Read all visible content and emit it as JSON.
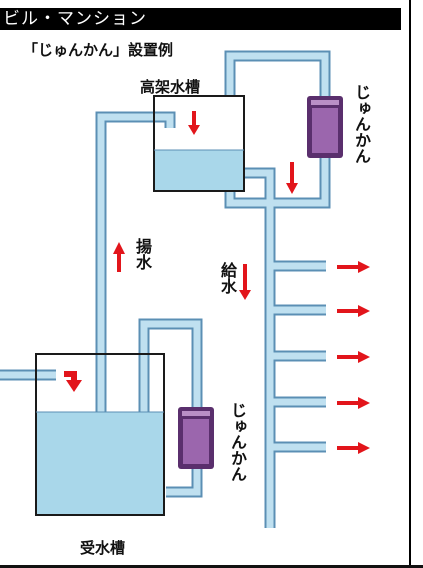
{
  "header": {
    "title": "ビル・マンション"
  },
  "caption": "「じゅんかん」設置例",
  "labels": {
    "elevated_tank": "高架水槽",
    "receiving_tank": "受水槽",
    "device_top": "じゅんかん",
    "device_bottom": "じゅんかん",
    "pumping": "揚水",
    "supply": "給水"
  },
  "colors": {
    "header_bg": "#000000",
    "header_text": "#ffffff",
    "pipe_fill": "#bfe0f0",
    "pipe_outline": "#5b8fb4",
    "water": "#a9d7ea",
    "tank_outline": "#1a1a1a",
    "device_body": "#9b66ad",
    "device_frame": "#5a2f6d",
    "arrow_red": "#e2151b"
  }
}
